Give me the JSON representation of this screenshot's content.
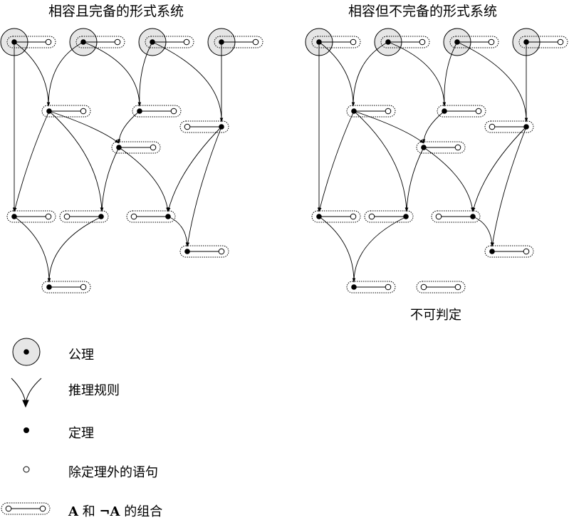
{
  "diagram": {
    "left_title": "相容且完备的形式系统",
    "right_title": "相容但不完备的形式系统",
    "undecidable_label": "不可判定"
  },
  "legend": {
    "axiom": "公理",
    "rule": "推理规则",
    "theorem": "定理",
    "non_theorem": "除定理外的语句",
    "pair_A": "A",
    "pair_and": "和",
    "pair_notA": "¬A",
    "pair_suffix": "的组合"
  }
}
